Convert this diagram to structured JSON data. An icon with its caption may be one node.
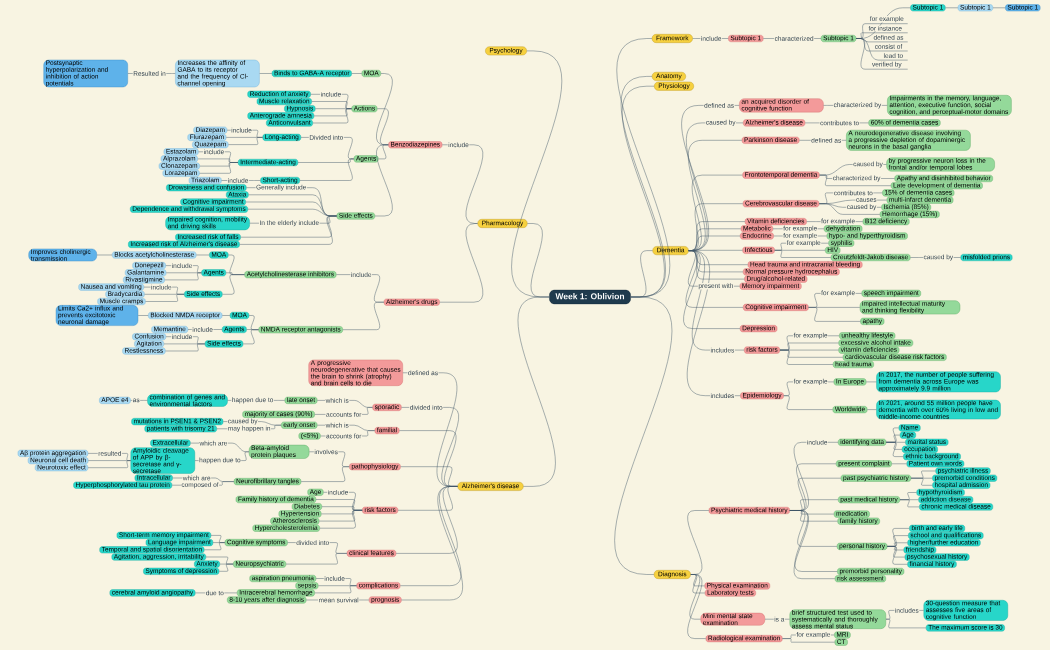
{
  "diagram": {
    "nodes": [
      {
        "text": [
          "Week 1: Oblivion"
        ]
      },
      {
        "text": [
          "Psychology"
        ]
      },
      {
        "text": [
          "Pharmacology"
        ]
      },
      {
        "text": [
          "Alzheimer's disease"
        ]
      },
      {
        "text": [
          "Framework"
        ]
      },
      {
        "text": [
          "Anatomy"
        ]
      },
      {
        "text": [
          "Physiology"
        ]
      },
      {
        "text": [
          "Dementia"
        ]
      },
      {
        "text": [
          "Diagnosis"
        ]
      },
      {
        "text": [
          "Subtopic 1"
        ]
      },
      {
        "text": [
          "Subtopic 1"
        ]
      },
      {
        "text": [
          "Subtopic 1"
        ]
      },
      {
        "text": [
          "Subtopic 1"
        ]
      },
      {
        "text": [
          "Subtopic 1"
        ]
      },
      {
        "text": [
          "an acquired disorder of cognitive function"
        ]
      },
      {
        "text": [
          "Impairments in the memory, language, attention, executive function, social cognition, and perceptual-motor domains"
        ]
      },
      {
        "text": [
          "Alzheimer's disease"
        ]
      },
      {
        "text": [
          "60% of dementia cases"
        ]
      },
      {
        "text": [
          "Parkinson disease"
        ]
      },
      {
        "text": [
          "A neurodegenerative disease involving a progressive depletion of dopaminergic neurons in the basal ganglia"
        ]
      },
      {
        "text": [
          "Frontotemporal dementia"
        ]
      },
      {
        "text": [
          "by progressive neuron loss in the frontal and/or temporal lobes"
        ]
      },
      {
        "text": [
          "Apathy and disinhibited behavior"
        ]
      },
      {
        "text": [
          "Late development of dementia"
        ]
      },
      {
        "text": [
          "Cerebrovascular disease"
        ]
      },
      {
        "text": [
          "15% of dementia cases"
        ]
      },
      {
        "text": [
          "multi-infarct dementia"
        ]
      },
      {
        "text": [
          "Ischemia (85%)"
        ]
      },
      {
        "text": [
          "Hemorrhage (15%)"
        ]
      },
      {
        "text": [
          "Vitamin deficiencies"
        ]
      },
      {
        "text": [
          "B12 deficiency"
        ]
      },
      {
        "text": [
          "Metabolic"
        ]
      },
      {
        "text": [
          "dehydration"
        ]
      },
      {
        "text": [
          "Endocrine"
        ]
      },
      {
        "text": [
          "hypo- and hyperthyroidism"
        ]
      },
      {
        "text": [
          "Infectious"
        ]
      },
      {
        "text": [
          "syphilis"
        ]
      },
      {
        "text": [
          "HIV"
        ]
      },
      {
        "text": [
          "Creutzfeldt-Jakob disease"
        ]
      },
      {
        "text": [
          "misfolded prions"
        ]
      },
      {
        "text": [
          "Head trauma and intracranial bleeding"
        ]
      },
      {
        "text": [
          "Normal pressure hydrocephalus"
        ]
      },
      {
        "text": [
          "Drug/alcohol-related"
        ]
      },
      {
        "text": [
          "Memory impairment"
        ]
      },
      {
        "text": [
          "Cognitive impairment"
        ]
      },
      {
        "text": [
          "speech impairment"
        ]
      },
      {
        "text": [
          "impaired intellectual maturity and thinking flexibility"
        ]
      },
      {
        "text": [
          "apathy"
        ]
      },
      {
        "text": [
          "Depression"
        ]
      },
      {
        "text": [
          "risk factors"
        ]
      },
      {
        "text": [
          "unhealthy lifestyle"
        ]
      },
      {
        "text": [
          "excessive alcohol intake"
        ]
      },
      {
        "text": [
          "vitamin deficiencies"
        ]
      },
      {
        "text": [
          "cardiovascular disease risk factors"
        ]
      },
      {
        "text": [
          "head trauma"
        ]
      },
      {
        "text": [
          "Epidemiology"
        ]
      },
      {
        "text": [
          "In Europe"
        ]
      },
      {
        "text": [
          "In 2017, the number of people suffering from dementia across Europe was approximately 9.9 million"
        ]
      },
      {
        "text": [
          "Worldwide"
        ]
      },
      {
        "text": [
          "In 2021, around 55 million people have dementia with over 60% living in low and middle-income countries"
        ]
      },
      {
        "text": [
          "Psychiatric medical history"
        ]
      },
      {
        "text": [
          "identifying data"
        ]
      },
      {
        "text": [
          "Name"
        ]
      },
      {
        "text": [
          "Age"
        ]
      },
      {
        "text": [
          "marital status"
        ]
      },
      {
        "text": [
          "occupation"
        ]
      },
      {
        "text": [
          "ethnic background"
        ]
      },
      {
        "text": [
          "present complaint"
        ]
      },
      {
        "text": [
          "Patient own words"
        ]
      },
      {
        "text": [
          "past psychiatric history"
        ]
      },
      {
        "text": [
          "psychiatric illness"
        ]
      },
      {
        "text": [
          "premorbid conditions"
        ]
      },
      {
        "text": [
          "hospital admission"
        ]
      },
      {
        "text": [
          "past medical history"
        ]
      },
      {
        "text": [
          "hypothyroidism"
        ]
      },
      {
        "text": [
          "addiction disease"
        ]
      },
      {
        "text": [
          "chronic medical disease"
        ]
      },
      {
        "text": [
          "medication"
        ]
      },
      {
        "text": [
          "family history"
        ]
      },
      {
        "text": [
          "personal history"
        ]
      },
      {
        "text": [
          "birth and early life"
        ]
      },
      {
        "text": [
          "school and qualifications"
        ]
      },
      {
        "text": [
          "higher/further education"
        ]
      },
      {
        "text": [
          "friendship"
        ]
      },
      {
        "text": [
          "psychosexual history"
        ]
      },
      {
        "text": [
          "financial history"
        ]
      },
      {
        "text": [
          "premorbid personality"
        ]
      },
      {
        "text": [
          "risk assessment"
        ]
      },
      {
        "text": [
          "Physical examination"
        ]
      },
      {
        "text": [
          "Laboratory tests"
        ]
      },
      {
        "text": [
          "Mini mental state examination"
        ]
      },
      {
        "text": [
          "brief structured test used to systematically and thoroughly assess mental status"
        ]
      },
      {
        "text": [
          "30-question measure that assesses five areas of cognitive function"
        ]
      },
      {
        "text": [
          "The maximum score is 30"
        ]
      },
      {
        "text": [
          "Radiological examination"
        ]
      },
      {
        "text": [
          "MRI"
        ]
      },
      {
        "text": [
          "CT"
        ]
      },
      {
        "text": [
          "Benzodiazepines"
        ]
      },
      {
        "text": [
          "MOA"
        ]
      },
      {
        "text": [
          "Binds to GABA-A receptor"
        ]
      },
      {
        "text": [
          "Increases the affinity of GABA to its receptor and the frequency of Cl- channel opening"
        ]
      },
      {
        "text": [
          "Postsynaptic hyperpolarization and inhibition of action potentials"
        ]
      },
      {
        "text": [
          "Actions"
        ]
      },
      {
        "text": [
          "Reduction of anxiety"
        ]
      },
      {
        "text": [
          "Muscle relaxation"
        ]
      },
      {
        "text": [
          "Hypnosis"
        ]
      },
      {
        "text": [
          "Anterograde amnesia"
        ]
      },
      {
        "text": [
          "Anticonvulsant"
        ]
      },
      {
        "text": [
          "Agents"
        ]
      },
      {
        "text": [
          "Long-acting"
        ]
      },
      {
        "text": [
          "Diazepam"
        ]
      },
      {
        "text": [
          "Flurazepam"
        ]
      },
      {
        "text": [
          "Quazepam"
        ]
      },
      {
        "text": [
          "Intermediate-acting"
        ]
      },
      {
        "text": [
          "Estazolam"
        ]
      },
      {
        "text": [
          "Alprazolam"
        ]
      },
      {
        "text": [
          "Clonazepam"
        ]
      },
      {
        "text": [
          "Lorazepam"
        ]
      },
      {
        "text": [
          "Short-acting"
        ]
      },
      {
        "text": [
          "Triazolam"
        ]
      },
      {
        "text": [
          "Side effects"
        ]
      },
      {
        "text": [
          "Drowsiness and confusion"
        ]
      },
      {
        "text": [
          "Ataxia"
        ]
      },
      {
        "text": [
          "Cognitive impairment"
        ]
      },
      {
        "text": [
          "Dependence and withdrawal symptoms"
        ]
      },
      {
        "text": [
          "Impaired cognition, mobility and driving skills"
        ]
      },
      {
        "text": [
          "Increased risk of falls"
        ]
      },
      {
        "text": [
          "Increased risk of Alzheimer's disease"
        ]
      },
      {
        "text": [
          "Alzheimer's drugs"
        ]
      },
      {
        "text": [
          "Acetylcholinesterase inhibitors"
        ]
      },
      {
        "text": [
          "MOA"
        ]
      },
      {
        "text": [
          "Blocks acetylcholinesterase"
        ]
      },
      {
        "text": [
          "Improves cholinergic transmission"
        ]
      },
      {
        "text": [
          "Agents"
        ]
      },
      {
        "text": [
          "Donepezil"
        ]
      },
      {
        "text": [
          "Galantamine"
        ]
      },
      {
        "text": [
          "Rivastigmine"
        ]
      },
      {
        "text": [
          "Side effects"
        ]
      },
      {
        "text": [
          "Nausea and vomiting"
        ]
      },
      {
        "text": [
          "Bradycardia"
        ]
      },
      {
        "text": [
          "Muscle cramps"
        ]
      },
      {
        "text": [
          "NMDA receptor antagonists"
        ]
      },
      {
        "text": [
          "MOA"
        ]
      },
      {
        "text": [
          "Blocked NMDA receptor"
        ]
      },
      {
        "text": [
          "Limits Ca2+ influx and prevents excitotoxic neuronal damage"
        ]
      },
      {
        "text": [
          "Agents"
        ]
      },
      {
        "text": [
          "Memantine"
        ]
      },
      {
        "text": [
          "Side effects"
        ]
      },
      {
        "text": [
          "Confusion"
        ]
      },
      {
        "text": [
          "Agitation"
        ]
      },
      {
        "text": [
          "Restlessness"
        ]
      },
      {
        "text": [
          "A progressive neurodegenerative that causes the brain to shrink (atrophy) and brain cells to die"
        ]
      },
      {
        "text": [
          "sporadic"
        ]
      },
      {
        "text": [
          "late onset"
        ]
      },
      {
        "text": [
          "combination of genes and environmental factors"
        ]
      },
      {
        "text": [
          "APOE e4"
        ]
      },
      {
        "text": [
          "majority of cases (90%)"
        ]
      },
      {
        "text": [
          "familial"
        ]
      },
      {
        "text": [
          "early onset"
        ]
      },
      {
        "text": [
          "mutations in PSEN1 & PSEN2"
        ]
      },
      {
        "text": [
          "patients with trisomy 21"
        ]
      },
      {
        "text": [
          "(<5%)"
        ]
      },
      {
        "text": [
          "pathophysiology"
        ]
      },
      {
        "text": [
          "Beta-amyloid protein plaques"
        ]
      },
      {
        "text": [
          "Extracellular"
        ]
      },
      {
        "text": [
          "Amyloidic cleavage of APP by β-secretase and γ-secretase"
        ]
      },
      {
        "text": [
          "Aβ protein aggregation"
        ]
      },
      {
        "text": [
          "Neuronal cell death"
        ]
      },
      {
        "text": [
          "Neurotoxic effect"
        ]
      },
      {
        "text": [
          "Neurofibrillary tangles"
        ]
      },
      {
        "text": [
          "Intracellular"
        ]
      },
      {
        "text": [
          "Hyperphosphorylated tau protein"
        ]
      },
      {
        "text": [
          "risk factors"
        ]
      },
      {
        "text": [
          "Age"
        ]
      },
      {
        "text": [
          "Family history of dementia"
        ]
      },
      {
        "text": [
          "Diabetes"
        ]
      },
      {
        "text": [
          "Hypertension"
        ]
      },
      {
        "text": [
          "Atherosclerosis"
        ]
      },
      {
        "text": [
          "Hypercholesterolemia"
        ]
      },
      {
        "text": [
          "clinical features"
        ]
      },
      {
        "text": [
          "Cognitive symptoms"
        ]
      },
      {
        "text": [
          "Short-term memory impairment"
        ]
      },
      {
        "text": [
          "Language impairment"
        ]
      },
      {
        "text": [
          "Temporal and spatial disorientation"
        ]
      },
      {
        "text": [
          "Neuropsychiatric"
        ]
      },
      {
        "text": [
          "Agitation, aggression, irritability"
        ]
      },
      {
        "text": [
          "Anxiety"
        ]
      },
      {
        "text": [
          "Symptoms of depression"
        ]
      },
      {
        "text": [
          "complications"
        ]
      },
      {
        "text": [
          "aspiration pneumonia"
        ]
      },
      {
        "text": [
          "sepsis"
        ]
      },
      {
        "text": [
          "Intracerebral hemorrhage"
        ]
      },
      {
        "text": [
          "cerebral amyloid angiopathy"
        ]
      },
      {
        "text": [
          "prognosis"
        ]
      },
      {
        "text": [
          "8-10 years after diagnosis"
        ]
      }
    ],
    "edges": [
      {
        "from": 0,
        "to": 1,
        "arrow": "none"
      },
      {
        "from": 0,
        "to": 2,
        "arrow": "none"
      },
      {
        "from": 0,
        "to": 3,
        "arrow": "none"
      },
      {
        "from": 0,
        "to": 4,
        "arrow": "none"
      },
      {
        "from": 0,
        "to": 5,
        "arrow": "none"
      },
      {
        "from": 0,
        "to": 6,
        "arrow": "none"
      },
      {
        "from": 0,
        "to": 7,
        "arrow": "none"
      },
      {
        "from": 0,
        "to": 8,
        "arrow": "none"
      },
      {
        "from": 4,
        "to": 9,
        "arrow": "none",
        "label": "include"
      },
      {
        "from": 9,
        "to": 10,
        "arrow": "none",
        "label": "characterized"
      },
      {
        "from": 10,
        "to": 11,
        "arrow": "none"
      },
      {
        "from": 10,
        "to": null,
        "arrow": "none",
        "label": "for example"
      },
      {
        "from": 10,
        "to": null,
        "arrow": "none",
        "label": "for instance"
      },
      {
        "from": 10,
        "to": null,
        "arrow": "none",
        "label": "defined as"
      },
      {
        "from": 10,
        "to": null,
        "arrow": "none",
        "label": "consist of"
      },
      {
        "from": 10,
        "to": null,
        "arrow": "none",
        "label": "lead to"
      },
      {
        "from": 10,
        "to": null,
        "arrow": "none",
        "label": "verified by"
      },
      {
        "from": 11,
        "to": 12,
        "arrow": "none"
      },
      {
        "from": 12,
        "to": 13,
        "arrow": "none"
      },
      {
        "from": 7,
        "to": 14,
        "arrow": "none",
        "label": "defined as"
      },
      {
        "from": 14,
        "to": 15,
        "arrow": "none",
        "label": "characterized by"
      },
      {
        "from": 7,
        "to": 16,
        "arrow": "none",
        "label": "caused by"
      },
      {
        "from": 7,
        "to": 18,
        "arrow": "none"
      },
      {
        "from": 7,
        "to": 20,
        "arrow": "none"
      },
      {
        "from": 7,
        "to": 24,
        "arrow": "none"
      },
      {
        "from": 7,
        "to": 29,
        "arrow": "none"
      },
      {
        "from": 7,
        "to": 31,
        "arrow": "none"
      },
      {
        "from": 7,
        "to": 33,
        "arrow": "none"
      },
      {
        "from": 7,
        "to": 35,
        "arrow": "none"
      },
      {
        "from": 7,
        "to": 40,
        "arrow": "none"
      },
      {
        "from": 7,
        "to": 41,
        "arrow": "none"
      },
      {
        "from": 7,
        "to": 42,
        "arrow": "none"
      },
      {
        "from": 16,
        "to": 17,
        "arrow": "none",
        "label": "contributes to"
      },
      {
        "from": 18,
        "to": 19,
        "arrow": "none",
        "label": "defined as"
      },
      {
        "from": 20,
        "to": 21,
        "arrow": "none",
        "label": "caused by"
      },
      {
        "from": 20,
        "to": 22,
        "arrow": "none",
        "label": "characterized by"
      },
      {
        "from": 20,
        "to": 23,
        "arrow": "none"
      },
      {
        "from": 24,
        "to": 25,
        "arrow": "none",
        "label": "contributes to"
      },
      {
        "from": 24,
        "to": 26,
        "arrow": "none",
        "label": "causes"
      },
      {
        "from": 24,
        "to": 27,
        "arrow": "none",
        "label": "caused by"
      },
      {
        "from": 24,
        "to": 28,
        "arrow": "none"
      },
      {
        "from": 29,
        "to": 30,
        "arrow": "none",
        "label": "for example"
      },
      {
        "from": 31,
        "to": 32,
        "arrow": "none",
        "label": "for example"
      },
      {
        "from": 33,
        "to": 34,
        "arrow": "none",
        "label": "for example"
      },
      {
        "from": 35,
        "to": 36,
        "arrow": "none",
        "label": "for example"
      },
      {
        "from": 35,
        "to": 37,
        "arrow": "none"
      },
      {
        "from": 35,
        "to": 38,
        "arrow": "none"
      },
      {
        "from": 38,
        "to": 39,
        "arrow": "none",
        "label": "caused by"
      },
      {
        "from": 7,
        "to": 43,
        "arrow": "none",
        "label": "present with"
      },
      {
        "from": 7,
        "to": 44,
        "arrow": "none"
      },
      {
        "from": 7,
        "to": 48,
        "arrow": "none"
      },
      {
        "from": 44,
        "to": 45,
        "arrow": "none",
        "label": "for example"
      },
      {
        "from": 44,
        "to": 46,
        "arrow": "none"
      },
      {
        "from": 44,
        "to": 47,
        "arrow": "none"
      },
      {
        "from": 7,
        "to": 49,
        "arrow": "none",
        "label": "includes"
      },
      {
        "from": 49,
        "to": 50,
        "arrow": "none",
        "label": "for example"
      },
      {
        "from": 49,
        "to": 51,
        "arrow": "none"
      },
      {
        "from": 49,
        "to": 52,
        "arrow": "none"
      },
      {
        "from": 49,
        "to": 53,
        "arrow": "none"
      },
      {
        "from": 49,
        "to": 54,
        "arrow": "none"
      },
      {
        "from": 7,
        "to": 55,
        "arrow": "none",
        "label": "includes"
      },
      {
        "from": 55,
        "to": 56,
        "arrow": "none",
        "label": "for example"
      },
      {
        "from": 55,
        "to": 58,
        "arrow": "none"
      },
      {
        "from": 56,
        "to": 57,
        "arrow": "none"
      },
      {
        "from": 58,
        "to": 59,
        "arrow": "none"
      },
      {
        "from": 8,
        "to": 60,
        "arrow": "none"
      },
      {
        "from": 8,
        "to": 88,
        "arrow": "none"
      },
      {
        "from": 8,
        "to": 89,
        "arrow": "none"
      },
      {
        "from": 8,
        "to": 90,
        "arrow": "none"
      },
      {
        "from": 8,
        "to": 94,
        "arrow": "none"
      },
      {
        "from": 60,
        "to": 61,
        "arrow": "none",
        "label": "include"
      },
      {
        "from": 60,
        "to": 67,
        "arrow": "none"
      },
      {
        "from": 60,
        "to": 69,
        "arrow": "none"
      },
      {
        "from": 60,
        "to": 73,
        "arrow": "none"
      },
      {
        "from": 60,
        "to": 77,
        "arrow": "none"
      },
      {
        "from": 60,
        "to": 78,
        "arrow": "none"
      },
      {
        "from": 60,
        "to": 79,
        "arrow": "none"
      },
      {
        "from": 60,
        "to": 86,
        "arrow": "none"
      },
      {
        "from": 60,
        "to": 87,
        "arrow": "none"
      },
      {
        "from": 61,
        "to": 62,
        "arrow": "none"
      },
      {
        "from": 61,
        "to": 63,
        "arrow": "none"
      },
      {
        "from": 61,
        "to": 64,
        "arrow": "none"
      },
      {
        "from": 61,
        "to": 65,
        "arrow": "none"
      },
      {
        "from": 61,
        "to": 66,
        "arrow": "none"
      },
      {
        "from": 67,
        "to": 68,
        "arrow": "none"
      },
      {
        "from": 69,
        "to": 70,
        "arrow": "none"
      },
      {
        "from": 69,
        "to": 71,
        "arrow": "none"
      },
      {
        "from": 69,
        "to": 72,
        "arrow": "none"
      },
      {
        "from": 73,
        "to": 74,
        "arrow": "none"
      },
      {
        "from": 73,
        "to": 75,
        "arrow": "none"
      },
      {
        "from": 73,
        "to": 76,
        "arrow": "none"
      },
      {
        "from": 79,
        "to": 80,
        "arrow": "none"
      },
      {
        "from": 79,
        "to": 81,
        "arrow": "none"
      },
      {
        "from": 79,
        "to": 82,
        "arrow": "none"
      },
      {
        "from": 79,
        "to": 83,
        "arrow": "none"
      },
      {
        "from": 79,
        "to": 84,
        "arrow": "none"
      },
      {
        "from": 79,
        "to": 85,
        "arrow": "none"
      },
      {
        "from": 90,
        "to": 91,
        "arrow": "none",
        "label": "is a"
      },
      {
        "from": 91,
        "to": 92,
        "arrow": "none",
        "label": "includes"
      },
      {
        "from": 91,
        "to": 93,
        "arrow": "none"
      },
      {
        "from": 94,
        "to": 95,
        "arrow": "none",
        "label": "for example"
      },
      {
        "from": 94,
        "to": 96,
        "arrow": "none"
      },
      {
        "from": 2,
        "to": 97,
        "arrow": "none",
        "label": "include"
      },
      {
        "from": 2,
        "to": 128,
        "arrow": "none"
      },
      {
        "from": 97,
        "to": 98,
        "arrow": "none"
      },
      {
        "from": 97,
        "to": 102,
        "arrow": "none"
      },
      {
        "from": 97,
        "to": 108,
        "arrow": "none"
      },
      {
        "from": 97,
        "to": 120,
        "arrow": "none"
      },
      {
        "from": 98,
        "to": 99,
        "arrow": "none"
      },
      {
        "from": 99,
        "to": 100,
        "arrow": "none"
      },
      {
        "from": 100,
        "to": 101,
        "arrow": "none",
        "label": "Resulted in"
      },
      {
        "from": 102,
        "to": 103,
        "arrow": "none",
        "label": "include"
      },
      {
        "from": 102,
        "to": 104,
        "arrow": "none"
      },
      {
        "from": 102,
        "to": 105,
        "arrow": "none"
      },
      {
        "from": 102,
        "to": 106,
        "arrow": "none"
      },
      {
        "from": 102,
        "to": 107,
        "arrow": "none"
      },
      {
        "from": 108,
        "to": 109,
        "arrow": "none",
        "label": "Divided into"
      },
      {
        "from": 108,
        "to": 113,
        "arrow": "none"
      },
      {
        "from": 108,
        "to": 118,
        "arrow": "none"
      },
      {
        "from": 109,
        "to": 110,
        "arrow": "none",
        "label": "include"
      },
      {
        "from": 109,
        "to": 111,
        "arrow": "none"
      },
      {
        "from": 109,
        "to": 112,
        "arrow": "none"
      },
      {
        "from": 113,
        "to": 114,
        "arrow": "none",
        "label": "include"
      },
      {
        "from": 113,
        "to": 115,
        "arrow": "none"
      },
      {
        "from": 113,
        "to": 116,
        "arrow": "none"
      },
      {
        "from": 113,
        "to": 117,
        "arrow": "none"
      },
      {
        "from": 118,
        "to": 119,
        "arrow": "none",
        "label": "include"
      },
      {
        "from": 120,
        "to": 121,
        "arrow": "none",
        "label": "Generally include"
      },
      {
        "from": 120,
        "to": 122,
        "arrow": "none"
      },
      {
        "from": 120,
        "to": 123,
        "arrow": "none"
      },
      {
        "from": 120,
        "to": 124,
        "arrow": "none"
      },
      {
        "from": 120,
        "to": 125,
        "arrow": "none",
        "label": "In the elderly include"
      },
      {
        "from": 120,
        "to": 126,
        "arrow": "none"
      },
      {
        "from": 120,
        "to": 127,
        "arrow": "none"
      },
      {
        "from": 128,
        "to": 129,
        "arrow": "none",
        "label": "include"
      },
      {
        "from": 128,
        "to": 141,
        "arrow": "none"
      },
      {
        "from": 129,
        "to": 130,
        "arrow": "none"
      },
      {
        "from": 129,
        "to": 133,
        "arrow": "none"
      },
      {
        "from": 129,
        "to": 137,
        "arrow": "none"
      },
      {
        "from": 130,
        "to": 131,
        "arrow": "none"
      },
      {
        "from": 131,
        "to": 132,
        "arrow": "none"
      },
      {
        "from": 133,
        "to": 134,
        "arrow": "none",
        "label": "include"
      },
      {
        "from": 133,
        "to": 135,
        "arrow": "none"
      },
      {
        "from": 133,
        "to": 136,
        "arrow": "none"
      },
      {
        "from": 137,
        "to": 138,
        "arrow": "none",
        "label": "include"
      },
      {
        "from": 137,
        "to": 139,
        "arrow": "none"
      },
      {
        "from": 137,
        "to": 140,
        "arrow": "none"
      },
      {
        "from": 141,
        "to": 142,
        "arrow": "none"
      },
      {
        "from": 141,
        "to": 145,
        "arrow": "none"
      },
      {
        "from": 141,
        "to": 147,
        "arrow": "none"
      },
      {
        "from": 142,
        "to": 143,
        "arrow": "none"
      },
      {
        "from": 143,
        "to": 144,
        "arrow": "none"
      },
      {
        "from": 145,
        "to": 146,
        "arrow": "none",
        "label": "include"
      },
      {
        "from": 147,
        "to": 148,
        "arrow": "none",
        "label": "include"
      },
      {
        "from": 147,
        "to": 149,
        "arrow": "none"
      },
      {
        "from": 147,
        "to": 150,
        "arrow": "none"
      },
      {
        "from": 3,
        "to": 151,
        "arrow": "none",
        "label": "defined as"
      },
      {
        "from": 3,
        "to": 152,
        "arrow": "none",
        "label": "divided into"
      },
      {
        "from": 3,
        "to": 157,
        "arrow": "none"
      },
      {
        "from": 3,
        "to": 162,
        "arrow": "none"
      },
      {
        "from": 3,
        "to": 172,
        "arrow": "none"
      },
      {
        "from": 3,
        "to": 179,
        "arrow": "none"
      },
      {
        "from": 3,
        "to": 188,
        "arrow": "none"
      },
      {
        "from": 3,
        "to": 193,
        "arrow": "none"
      },
      {
        "from": 152,
        "to": 153,
        "arrow": "none",
        "label": "which is"
      },
      {
        "from": 152,
        "to": 156,
        "arrow": "none",
        "label": "accounts for"
      },
      {
        "from": 153,
        "to": 154,
        "arrow": "none",
        "label": "happen due to"
      },
      {
        "from": 154,
        "to": 155,
        "arrow": "none",
        "label": "as"
      },
      {
        "from": 157,
        "to": 158,
        "arrow": "none",
        "label": "which is"
      },
      {
        "from": 157,
        "to": 161,
        "arrow": "none",
        "label": "accounts for"
      },
      {
        "from": 158,
        "to": 159,
        "arrow": "none",
        "label": "caused by"
      },
      {
        "from": 158,
        "to": 160,
        "arrow": "none",
        "label": "may happen in"
      },
      {
        "from": 162,
        "to": 163,
        "arrow": "none",
        "label": "involves"
      },
      {
        "from": 162,
        "to": 169,
        "arrow": "none"
      },
      {
        "from": 163,
        "to": 164,
        "arrow": "none",
        "label": "which are"
      },
      {
        "from": 163,
        "to": 165,
        "arrow": "none",
        "label": "happen due to"
      },
      {
        "from": 165,
        "to": 166,
        "arrow": "none",
        "label": "resulted"
      },
      {
        "from": 165,
        "to": 167,
        "arrow": "none"
      },
      {
        "from": 165,
        "to": 168,
        "arrow": "none"
      },
      {
        "from": 169,
        "to": 170,
        "arrow": "none",
        "label": "which are"
      },
      {
        "from": 169,
        "to": 171,
        "arrow": "none",
        "label": "composed of"
      },
      {
        "from": 172,
        "to": 173,
        "arrow": "none",
        "label": "include"
      },
      {
        "from": 172,
        "to": 174,
        "arrow": "none"
      },
      {
        "from": 172,
        "to": 175,
        "arrow": "none"
      },
      {
        "from": 172,
        "to": 176,
        "arrow": "none"
      },
      {
        "from": 172,
        "to": 177,
        "arrow": "none"
      },
      {
        "from": 172,
        "to": 178,
        "arrow": "none"
      },
      {
        "from": 179,
        "to": 180,
        "arrow": "none",
        "label": "divided into"
      },
      {
        "from": 179,
        "to": 184,
        "arrow": "none"
      },
      {
        "from": 180,
        "to": 181,
        "arrow": "none"
      },
      {
        "from": 180,
        "to": 182,
        "arrow": "none"
      },
      {
        "from": 180,
        "to": 183,
        "arrow": "none"
      },
      {
        "from": 184,
        "to": 185,
        "arrow": "none"
      },
      {
        "from": 184,
        "to": 186,
        "arrow": "none"
      },
      {
        "from": 184,
        "to": 187,
        "arrow": "none"
      },
      {
        "from": 188,
        "to": 189,
        "arrow": "none",
        "label": "include"
      },
      {
        "from": 188,
        "to": 190,
        "arrow": "none"
      },
      {
        "from": 188,
        "to": 191,
        "arrow": "none"
      },
      {
        "from": 191,
        "to": 192,
        "arrow": "none",
        "label": "due to"
      },
      {
        "from": 193,
        "to": 194,
        "arrow": "none",
        "label": "mean survival"
      }
    ]
  }
}
